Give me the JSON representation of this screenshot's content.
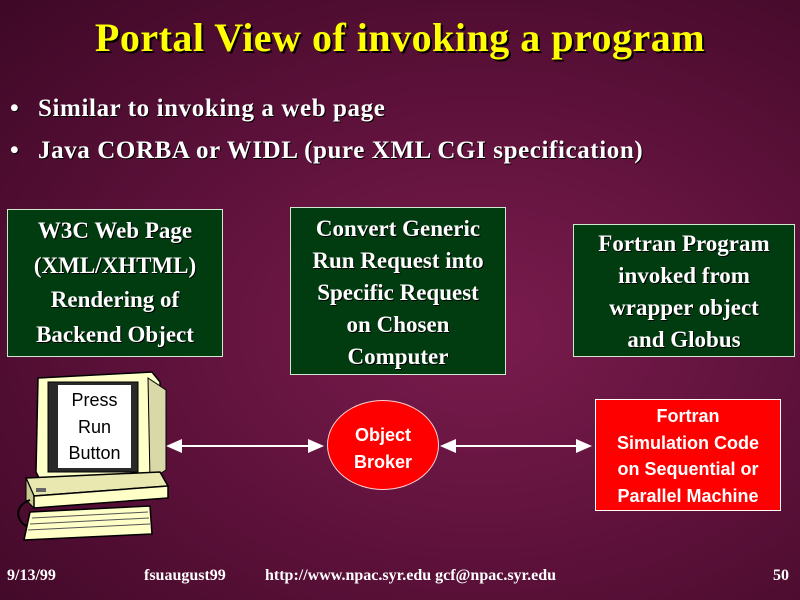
{
  "slide": {
    "title": "Portal View of invoking a program",
    "bullets": [
      "Similar to invoking a web page",
      "Java CORBA or WIDL (pure XML CGI specification)"
    ],
    "boxes": {
      "web_page": [
        "W3C Web Page",
        "(XML/XHTML)",
        "Rendering of",
        "Backend Object"
      ],
      "convert": [
        "Convert Generic",
        "Run Request into",
        "Specific Request",
        "on Chosen",
        "Computer"
      ],
      "fortran_program": [
        "Fortran Program",
        "invoked from",
        "wrapper object",
        "and Globus"
      ],
      "object_broker": [
        "Object",
        "Broker"
      ],
      "fortran_sim": [
        "Fortran",
        "Simulation Code",
        "on Sequential or",
        "Parallel Machine"
      ],
      "press_run": [
        "Press",
        "Run",
        "Button"
      ]
    },
    "footer": {
      "date": "9/13/99",
      "code": "fsuaugust99",
      "contact": "http://www.npac.syr.edu gcf@npac.syr.edu",
      "page": "50"
    },
    "colors": {
      "background": "#5a1038",
      "title": "#ffff00",
      "box_green": "#003c10",
      "box_red": "#ff0000"
    }
  }
}
